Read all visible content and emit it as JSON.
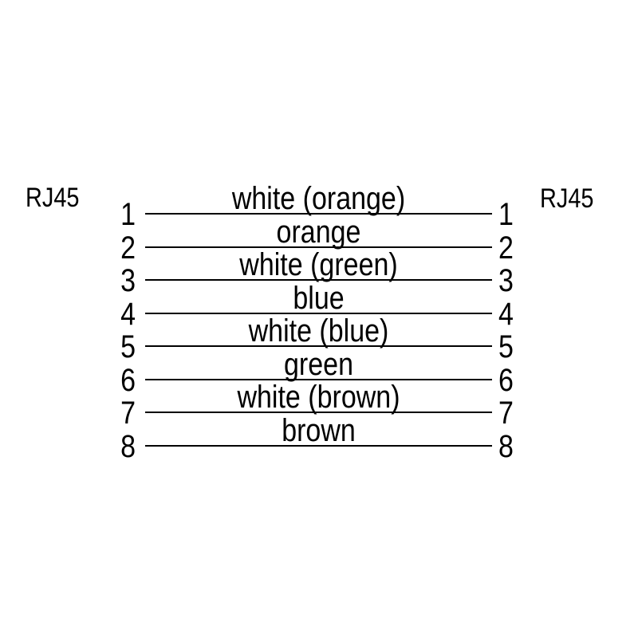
{
  "diagram": {
    "type": "rj45-straight-through-pinout",
    "left_connector": {
      "label": "RJ45"
    },
    "right_connector": {
      "label": "RJ45"
    },
    "wires": [
      {
        "left_pin": "1",
        "right_pin": "1",
        "label": "white (orange)"
      },
      {
        "left_pin": "2",
        "right_pin": "2",
        "label": "orange"
      },
      {
        "left_pin": "3",
        "right_pin": "3",
        "label": "white (green)"
      },
      {
        "left_pin": "4",
        "right_pin": "4",
        "label": "blue"
      },
      {
        "left_pin": "5",
        "right_pin": "5",
        "label": "white (blue)"
      },
      {
        "left_pin": "6",
        "right_pin": "6",
        "label": "green"
      },
      {
        "left_pin": "7",
        "right_pin": "7",
        "label": "white (brown)"
      },
      {
        "left_pin": "8",
        "right_pin": "8",
        "label": "brown"
      }
    ],
    "colors": {
      "foreground": "#000000",
      "background": "#ffffff"
    }
  }
}
